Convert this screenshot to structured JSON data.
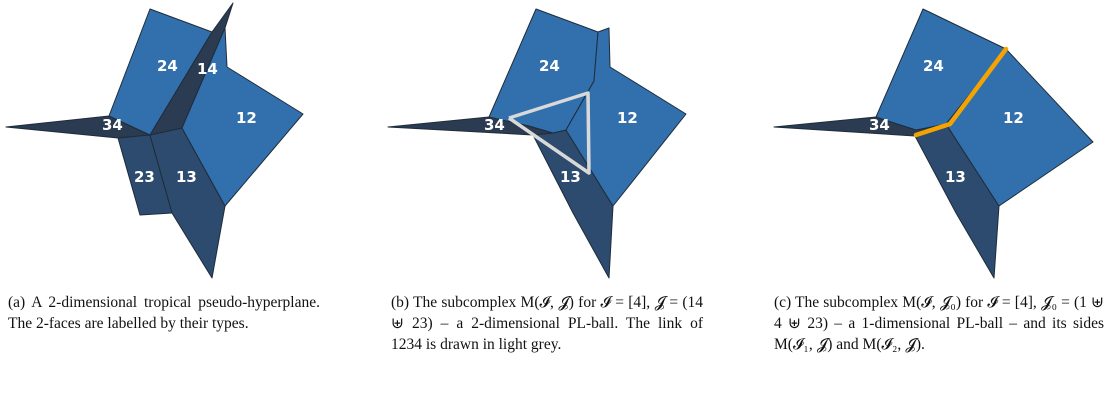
{
  "colors": {
    "face_light": "#3170ad",
    "face_dark": "#2c4b6e",
    "face_darker": "#2b3c52",
    "edge": "#1f2c3a",
    "link_grey": "#d9d9d9",
    "highlight_orange": "#f4a300"
  },
  "panels": [
    {
      "labels": {
        "f24": "24",
        "f14": "14",
        "f12": "12",
        "f34": "34",
        "f23": "23",
        "f13": "13"
      },
      "caption": "(a) A 2-dimensional tropical pseudo-hyperplane. The 2-faces are labelled by their types."
    },
    {
      "labels": {
        "f24": "24",
        "f12": "12",
        "f34": "34",
        "f13": "13"
      },
      "caption": "(b) The subcomplex M(𝓘, 𝓙) for 𝓘 = [4], 𝓙 = (14 ⊎ 23) – a 2-dimensional PL-ball. The link of 1234 is drawn in light grey."
    },
    {
      "labels": {
        "f24": "24",
        "f12": "12",
        "f34": "34",
        "f13": "13"
      },
      "caption": "(c) The subcomplex M(𝓘, 𝓙₀) for 𝓘 = [4], 𝓙₀ = (1 ⊎ 4 ⊎ 23) – a 1-dimensional PL-ball – and its sides M(𝓘₁, 𝓙) and M(𝓘₂, 𝓙)."
    }
  ]
}
